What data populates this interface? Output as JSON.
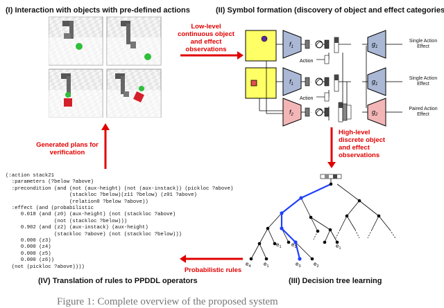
{
  "panels": {
    "p1_title": "(I) Interaction with objects with pre-defined actions",
    "p2_title": "(II) Symbol formation (discovery of object and effect categories)",
    "p3_title": "(III) Decision tree learning",
    "p4_title": "(IV) Translation of rules to PPDDL operators"
  },
  "arrows": {
    "low_level": "Low-level continuous object and effect observations",
    "high_level": "High-level discrete object and effect observations",
    "generated_plans": "Generated plans for verification",
    "probabilistic_rules": "Probabilistic rules"
  },
  "network": {
    "encoder_1": "f",
    "encoder_1_sub": "1",
    "encoder_2": "f",
    "encoder_2_sub": "2",
    "decoder_1": "g",
    "decoder_1_sub": "1",
    "decoder_2": "g",
    "decoder_2_sub": "2",
    "action_label": "Action",
    "output_1": "Single Action Effect",
    "output_2": "Single Action Effect",
    "output_3": "Paired Action Effect",
    "colors": {
      "encoder": "#aab8d6",
      "encoder_pair": "#f3b6b6",
      "image": "#ffff66"
    }
  },
  "tree": {
    "leaves": [
      "e",
      "e",
      "e",
      "e",
      "e",
      "e",
      "e"
    ],
    "leaf_subs": [
      "1",
      "2",
      "4",
      "1",
      "3",
      "2",
      "1"
    ],
    "highlight_color": "#1f3fff"
  },
  "code": [
    "(:action stack21",
    "  :parameters (?below ?above)",
    "  :precondition (and (not (aux-height) (not (aux-instack)) (pickloc ?above)",
    "                     (stackloc ?below)(z11 ?below) (z01 ?above)",
    "                     (relation0 ?below ?above))",
    "  :effect (and (probabilistic",
    "     0.018 (and (z0) (aux-height) (not (stackloc ?above)",
    "                (not (stackloc ?below)))",
    "     0.902 (and (z2) (aux-instack) (aux-height)",
    "                (stackloc ?above) (not (stackloc ?below)))",
    "     0.000 (z3)",
    "     0.000 (z4)",
    "     0.000 (z5)",
    "     0.000 (z6))",
    "  (not (pickloc ?above))))"
  ],
  "caption": "Figure 1: Complete overview of the proposed system"
}
